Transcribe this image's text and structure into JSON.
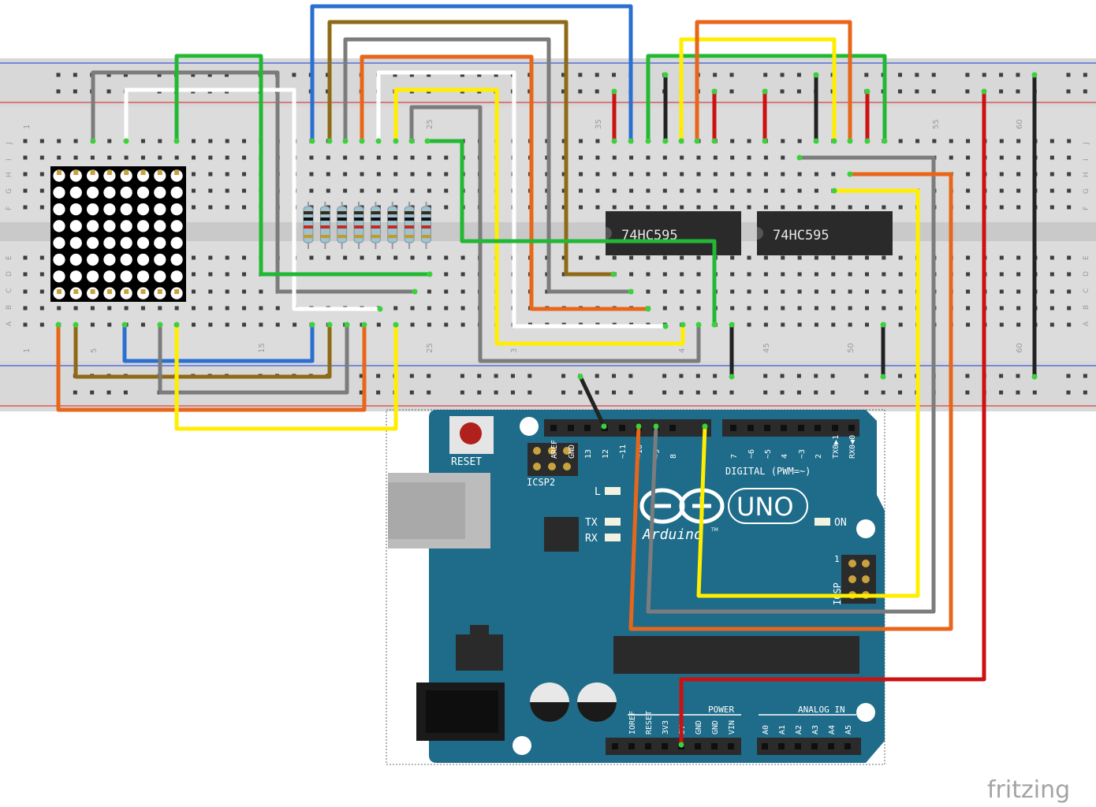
{
  "breadboard": {
    "row_letters_top": [
      "J",
      "I",
      "H",
      "G",
      "F"
    ],
    "row_letters_bottom": [
      "E",
      "D",
      "C",
      "B",
      "A"
    ],
    "column_numbers_top": [
      "1",
      "25",
      "35",
      "55",
      "60"
    ],
    "column_numbers_bottom": [
      "1",
      "5",
      "15",
      "25",
      "3",
      "4",
      "45",
      "50",
      "60"
    ]
  },
  "chips": [
    {
      "label": "74HC595"
    },
    {
      "label": "74HC595"
    }
  ],
  "led_matrix": {
    "rows": 8,
    "cols": 8
  },
  "resistors": {
    "count": 8
  },
  "arduino": {
    "reset_label": "RESET",
    "icsp2_label": "ICSP2",
    "icsp_label": "ICSP",
    "icsp_pin1": "1",
    "digital_header_label": "DIGITAL (PWM=~)",
    "logo_word": "UNO",
    "logo_script": "Arduino",
    "logo_tm": "TM",
    "on_label": "ON",
    "led_labels": [
      "L",
      "TX",
      "RX"
    ],
    "digital_pins": [
      "AREF",
      "GND",
      "13",
      "12",
      "~11",
      "~10",
      "~9",
      "8",
      "7",
      "~6",
      "~5",
      "4",
      "~3",
      "2",
      "TX0▶1",
      "RX0◀0"
    ],
    "power_label": "POWER",
    "power_pins": [
      "IOREF",
      "RESET",
      "3V3",
      "5V",
      "GND",
      "GND",
      "VIN"
    ],
    "analog_label": "ANALOG IN",
    "analog_pins": [
      "A0",
      "A1",
      "A2",
      "A3",
      "A4",
      "A5"
    ]
  },
  "colors": {
    "board": "#1e6c8a",
    "wire_green": "#22b833",
    "wire_gray": "#7c7c7c",
    "wire_white": "#ffffff",
    "wire_blue": "#2b6fd0",
    "wire_brown": "#8f6a16",
    "wire_orange": "#e8661a",
    "wire_yellow": "#ffee00",
    "wire_red": "#cc1111",
    "wire_black": "#222222",
    "rail_red": "#d94040",
    "rail_blue": "#3b5bd6"
  },
  "watermark": "fritzing"
}
